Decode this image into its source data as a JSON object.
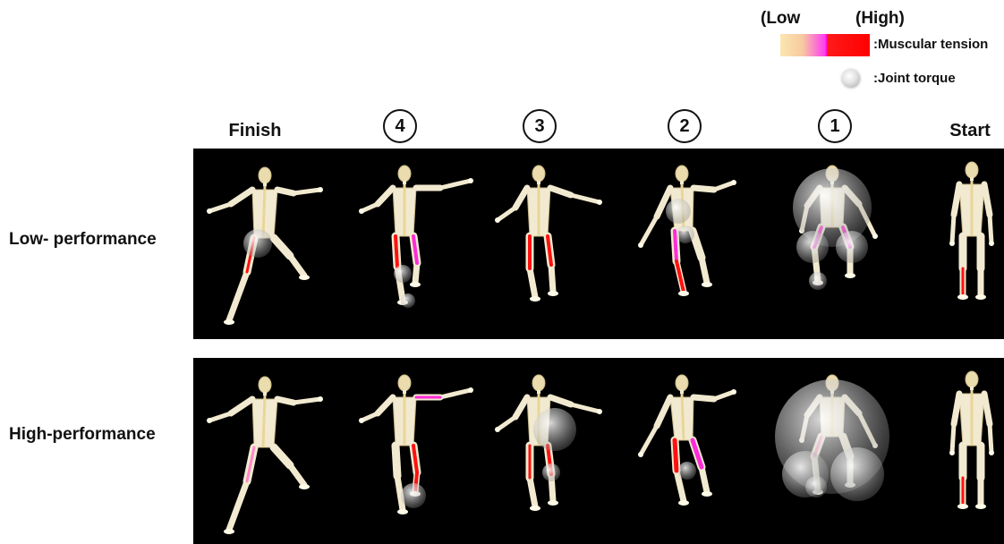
{
  "legend": {
    "low_label": "(Low",
    "high_label": "(High)",
    "tension_label": ":Muscular tension",
    "torque_label": ":Joint torque"
  },
  "columns": [
    {
      "label": "Finish",
      "circled": false
    },
    {
      "label": "4",
      "circled": true
    },
    {
      "label": "3",
      "circled": true
    },
    {
      "label": "2",
      "circled": true
    },
    {
      "label": "1",
      "circled": true
    },
    {
      "label": "Start",
      "circled": false
    }
  ],
  "rows": [
    {
      "label": "Low- performance"
    },
    {
      "label": "High-performance"
    }
  ],
  "colors": {
    "tension_low": "#fbe6b0",
    "tension_mid": "#ff2bd8",
    "tension_high": "#ff0000",
    "panel_background": "#000000"
  }
}
